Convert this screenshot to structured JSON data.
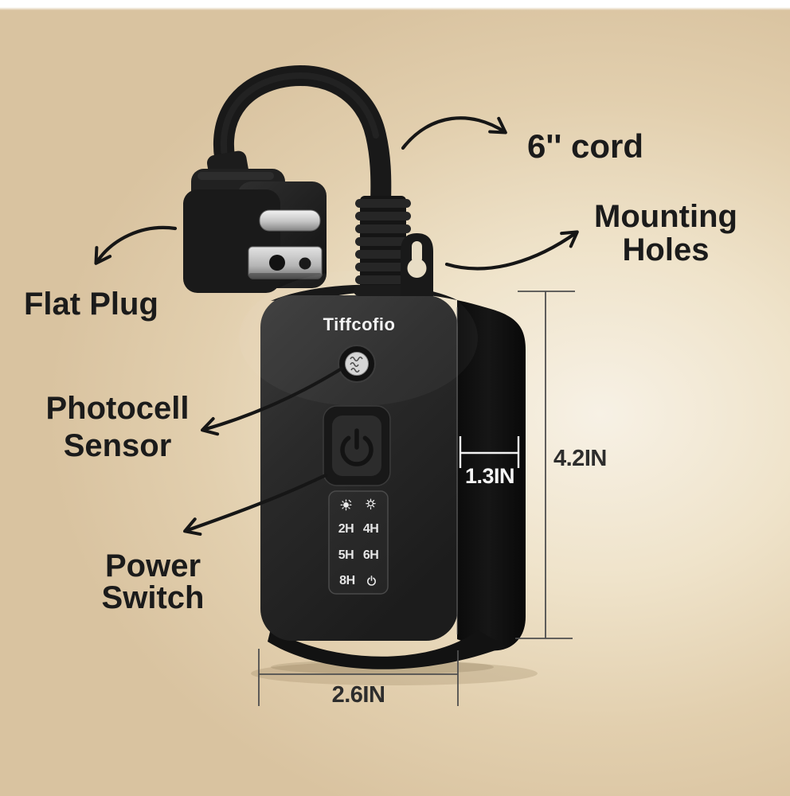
{
  "brand": {
    "logo_text": "Tiffcofio"
  },
  "annotations": {
    "cord": {
      "label": "6'' cord"
    },
    "mounting_holes": {
      "line1": "Mounting",
      "line2": "Holes"
    },
    "flat_plug": {
      "label": "Flat Plug"
    },
    "photocell": {
      "line1": "Photocell",
      "line2": "Sensor"
    },
    "power_switch": {
      "line1": "Power",
      "line2": "Switch"
    }
  },
  "dimensions": {
    "height": "4.2IN",
    "depth": "1.3IN",
    "width": "2.6IN"
  },
  "timer_panel": {
    "icons": [
      "dusk-sun-icon",
      "brightness-sun-icon"
    ],
    "rows": [
      [
        "2H",
        "4H"
      ],
      [
        "5H",
        "6H"
      ]
    ],
    "bottom_left": "8H",
    "bottom_right_icon": "power-icon"
  },
  "colors": {
    "background_edge": "#d9c3a0",
    "background_center": "#f7f1e5",
    "top_strip": "#ffffff",
    "device_black": "#1e1e1e",
    "annotation_text": "#1b1b1b",
    "dimension_line": "#4f4f4f",
    "dimension_depth_text": "#f5f5f5"
  }
}
